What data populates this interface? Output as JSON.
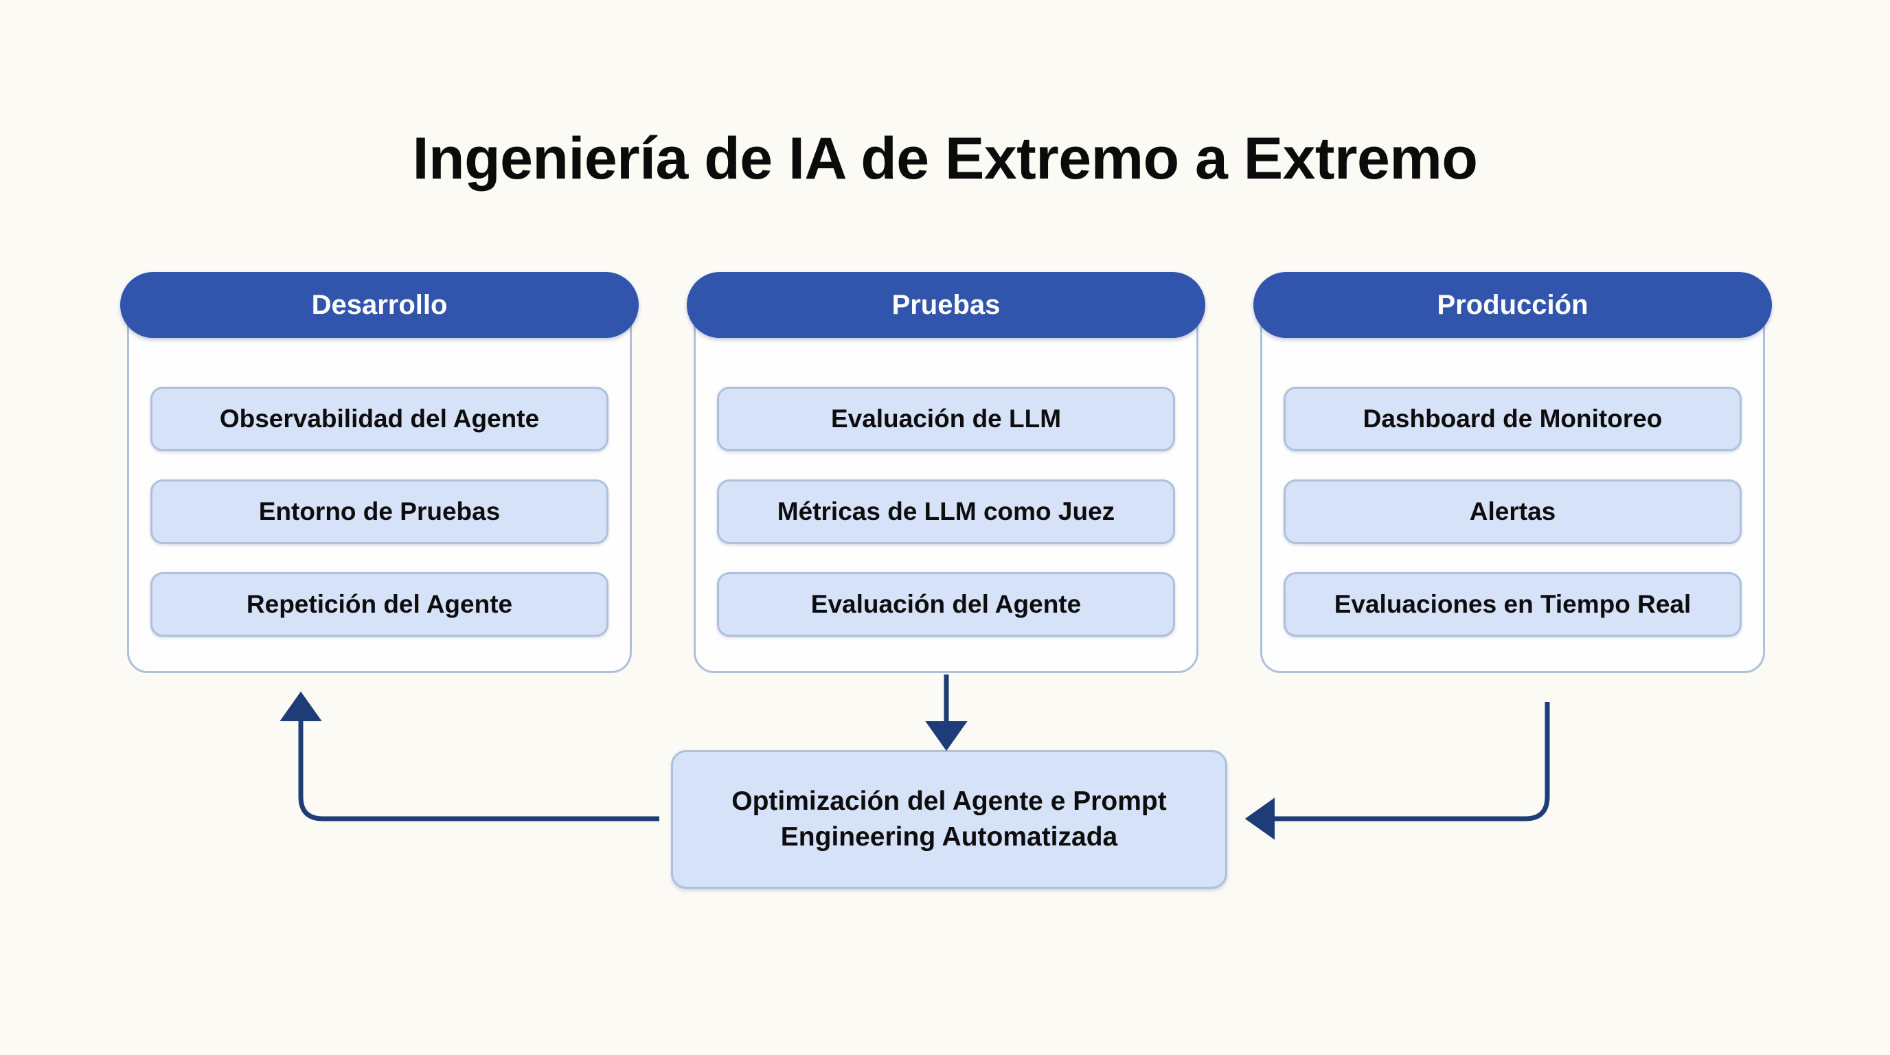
{
  "title": "Ingeniería de IA de Extremo a Extremo",
  "colors": {
    "background": "#FBFAF5",
    "header_blue": "#3154AC",
    "item_fill": "#D6E2F8",
    "item_border": "#AFC0DC",
    "card_border": "#AFC0DC",
    "card_fill": "#FEFEFE",
    "arrow": "#1E3C78",
    "title_text": "#0B0B0B",
    "header_text": "#FFFFFF",
    "item_text": "#0D0D0D"
  },
  "columns": [
    {
      "header": "Desarrollo",
      "items": [
        "Observabilidad del Agente",
        "Entorno de Pruebas",
        "Repetición del Agente"
      ]
    },
    {
      "header": "Pruebas",
      "items": [
        "Evaluación de LLM",
        "Métricas de LLM como Juez",
        "Evaluación del Agente"
      ]
    },
    {
      "header": "Producción",
      "items": [
        "Dashboard de Monitoreo",
        "Alertas",
        "Evaluaciones en Tiempo Real"
      ]
    }
  ],
  "bottom_box": {
    "label": "Optimización del Agente e Prompt\nEngineering Automatizada"
  },
  "arrows": [
    {
      "name": "pruebas-to-optimizacion",
      "from": "Pruebas",
      "to": "Optimización del Agente e Prompt Engineering Automatizada",
      "direction": "down"
    },
    {
      "name": "produccion-to-optimizacion",
      "from": "Producción",
      "to": "Optimización del Agente e Prompt Engineering Automatizada",
      "direction": "down-then-left"
    },
    {
      "name": "optimizacion-to-desarrollo",
      "from": "Optimización del Agente e Prompt Engineering Automatizada",
      "to": "Desarrollo",
      "direction": "left-then-up"
    }
  ]
}
